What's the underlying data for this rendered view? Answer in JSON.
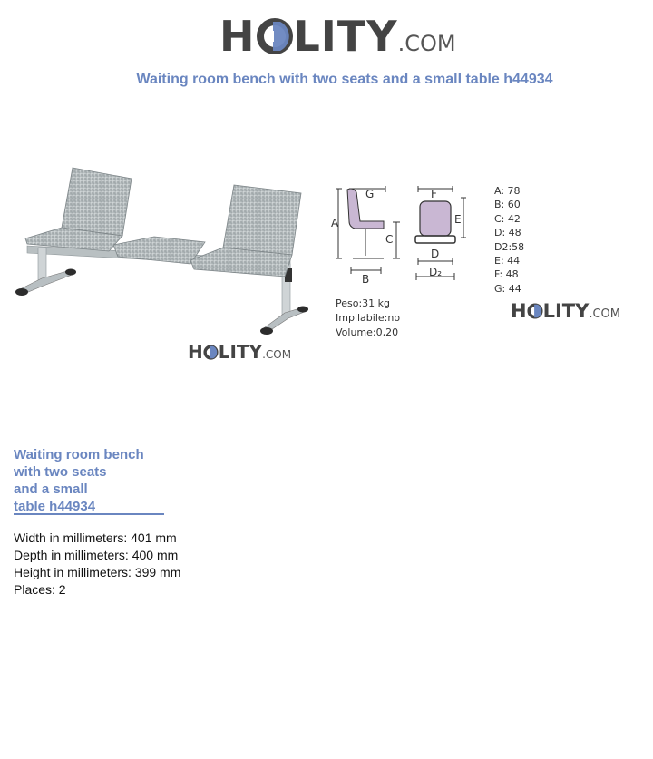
{
  "brand": {
    "name_left": "H",
    "name_right": "LITY",
    "domain": ".COM",
    "accent": "#6a86c0"
  },
  "page": {
    "title": "Waiting room bench with two seats and a small table h44934"
  },
  "diagram": {
    "labels": {
      "a": "A",
      "b": "B",
      "c": "C",
      "d": "D",
      "d2": "D₂",
      "e": "E",
      "f": "F",
      "g": "G"
    },
    "specs": [
      "A:  78",
      "B:  60",
      "C:  42",
      "D:  48",
      "D2:58",
      "E:  44",
      "F:  48",
      "G:  44"
    ],
    "properties": [
      "Peso:31 kg",
      "Impilabile:no",
      "Volume:0,20"
    ]
  },
  "product": {
    "heading_lines": [
      "Waiting room bench",
      "with two seats",
      "and a small",
      "table h44934"
    ],
    "details": [
      "Width in millimeters: 401 mm",
      "Depth in millimeters: 400 mm",
      "Height in millimeters: 399 mm",
      "Places: 2"
    ]
  }
}
